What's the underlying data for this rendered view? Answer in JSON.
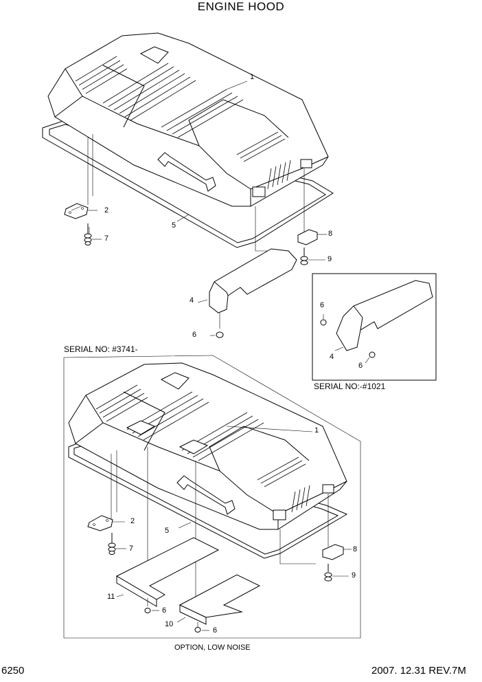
{
  "title": "ENGINE HOOD",
  "serial_lower": "SERIAL NO: #3741-",
  "serial_inset": "SERIAL NO:-#1021",
  "option_caption": "OPTION, LOW NOISE",
  "page_number": "6250",
  "revision": "2007. 12.31  REV.7M",
  "callouts": {
    "upper": [
      "1",
      "2",
      "5",
      "7",
      "8",
      "9",
      "4",
      "6"
    ],
    "inset": [
      "6",
      "4",
      "6"
    ],
    "lower": [
      "1",
      "2",
      "5",
      "7",
      "8",
      "9",
      "11",
      "6",
      "10",
      "6"
    ]
  }
}
